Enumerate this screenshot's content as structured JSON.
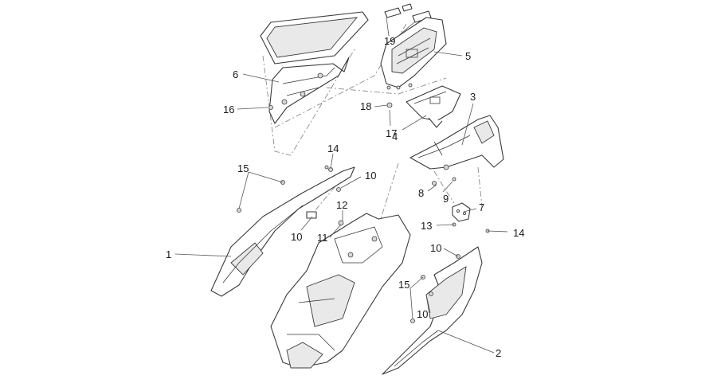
{
  "callouts": [
    {
      "key": "c1",
      "text": "1"
    },
    {
      "key": "c2",
      "text": "2"
    },
    {
      "key": "c3",
      "text": "3"
    },
    {
      "key": "c4",
      "text": "4"
    },
    {
      "key": "c5",
      "text": "5"
    },
    {
      "key": "c6",
      "text": "6"
    },
    {
      "key": "c7",
      "text": "7"
    },
    {
      "key": "c8",
      "text": "8"
    },
    {
      "key": "c9",
      "text": "9"
    },
    {
      "key": "c10a",
      "text": "10"
    },
    {
      "key": "c10b",
      "text": "10"
    },
    {
      "key": "c10c",
      "text": "10"
    },
    {
      "key": "c10d",
      "text": "10"
    },
    {
      "key": "c11",
      "text": "11"
    },
    {
      "key": "c12",
      "text": "12"
    },
    {
      "key": "c13",
      "text": "13"
    },
    {
      "key": "c14a",
      "text": "14"
    },
    {
      "key": "c14b",
      "text": "14"
    },
    {
      "key": "c15a",
      "text": "15"
    },
    {
      "key": "c15b",
      "text": "15"
    },
    {
      "key": "c16",
      "text": "16"
    },
    {
      "key": "c17",
      "text": "17"
    },
    {
      "key": "c18",
      "text": "18"
    },
    {
      "key": "c19",
      "text": "19"
    }
  ]
}
